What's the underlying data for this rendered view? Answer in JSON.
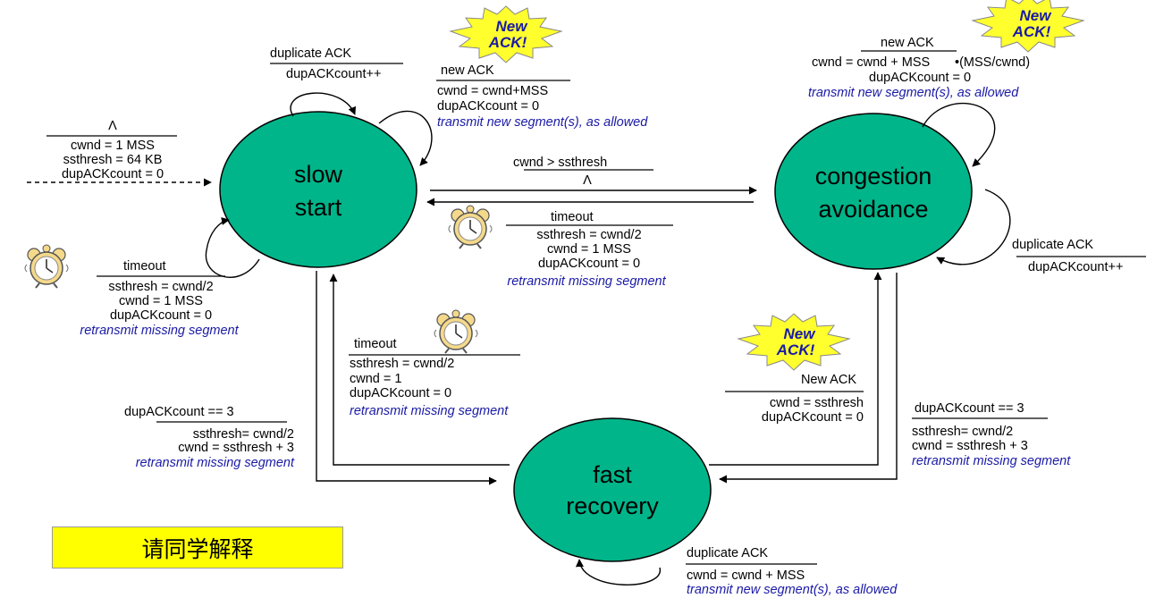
{
  "states": {
    "slow_start": [
      "slow",
      "start"
    ],
    "congestion_avoidance": [
      "congestion",
      "avoidance"
    ],
    "fast_recovery": [
      "fast",
      "recovery"
    ]
  },
  "burst_label": [
    "New",
    "ACK!"
  ],
  "init": {
    "event": "Λ",
    "actions": [
      "cwnd = 1 MSS",
      "ssthresh = 64 KB",
      "dupACKcount = 0"
    ]
  },
  "ss_dup": {
    "event": "duplicate ACK",
    "actions": [
      "dupACKcount++"
    ]
  },
  "ss_newack": {
    "event": "new ACK",
    "actions": [
      "cwnd = cwnd+MSS",
      "dupACKcount = 0"
    ],
    "action_italic": "transmit new segment(s), as allowed"
  },
  "ss_timeout": {
    "event": "timeout",
    "actions": [
      "ssthresh = cwnd/2",
      "cwnd = 1 MSS",
      "dupACKcount = 0"
    ],
    "action_italic": "retransmit missing segment"
  },
  "ss_to_ca": {
    "event": "cwnd > ssthresh",
    "actions": [
      "Λ"
    ]
  },
  "ca_to_ss": {
    "event": "timeout",
    "actions": [
      "ssthresh = cwnd/2",
      "cwnd = 1 MSS",
      "dupACKcount = 0"
    ],
    "action_italic": "retransmit missing segment"
  },
  "ca_newack": {
    "event": "new ACK",
    "actions": [
      "cwnd = cwnd + MSS",
      "•(MSS/cwnd)",
      "dupACKcount = 0"
    ],
    "action_italic": "transmit new segment(s), as allowed"
  },
  "ca_dup": {
    "event": "duplicate ACK",
    "actions": [
      "dupACKcount++"
    ]
  },
  "fr_timeout": {
    "event": "timeout",
    "actions": [
      "ssthresh = cwnd/2",
      "cwnd = 1",
      "dupACKcount = 0"
    ],
    "action_italic": "retransmit missing segment"
  },
  "ss_to_fr": {
    "event": "dupACKcount == 3",
    "actions": [
      "ssthresh= cwnd/2",
      "cwnd = ssthresh + 3"
    ],
    "action_italic": "retransmit missing segment"
  },
  "fr_to_ca": {
    "event": "New ACK",
    "actions": [
      "cwnd = ssthresh",
      "dupACKcount = 0"
    ]
  },
  "ca_to_fr": {
    "event": "dupACKcount == 3",
    "actions": [
      "ssthresh= cwnd/2",
      "cwnd = ssthresh + 3"
    ],
    "action_italic": "retransmit missing segment"
  },
  "fr_dup": {
    "event": "duplicate ACK",
    "actions": [
      "cwnd = cwnd + MSS"
    ],
    "action_italic": "transmit new segment(s), as allowed"
  },
  "note": "请同学解释",
  "colors": {
    "state_fill": "#00b58a",
    "italic_text": "#1a1aa6",
    "burst_fill": "#ffff2e",
    "note_bg": "#ffff00"
  }
}
